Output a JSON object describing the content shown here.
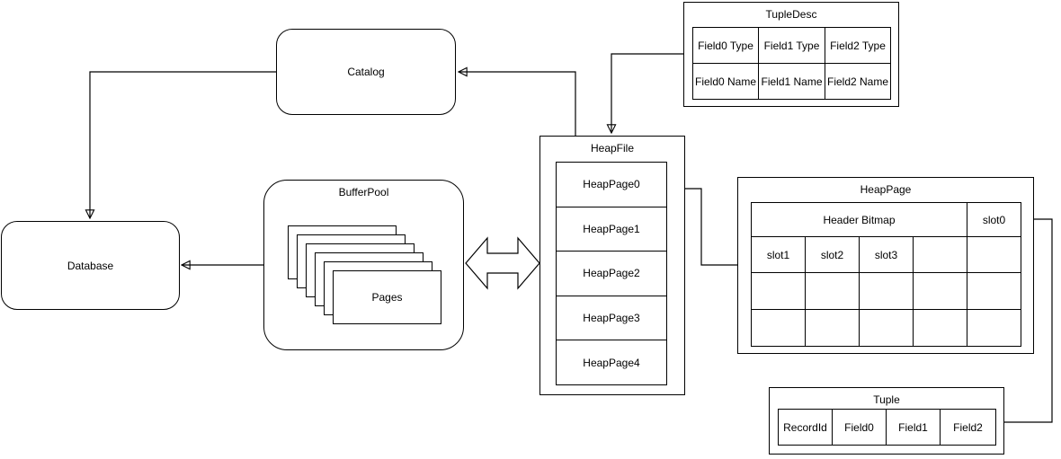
{
  "colors": {
    "background": "#ffffff",
    "line": "#000000",
    "text": "#000000",
    "node_fill": "#ffffff"
  },
  "nodes": {
    "catalog": {
      "label": "Catalog"
    },
    "database": {
      "label": "Database"
    },
    "bufferpool": {
      "title": "BufferPool",
      "pages_label": "Pages",
      "stack_count": 6
    },
    "heapfile": {
      "title": "HeapFile",
      "pages": [
        "HeapPage0",
        "HeapPage1",
        "HeapPage2",
        "HeapPage3",
        "HeapPage4"
      ]
    },
    "tupledesc": {
      "title": "TupleDesc",
      "rows": [
        [
          "Field0 Type",
          "Field1 Type",
          "Field2 Type"
        ],
        [
          "Field0 Name",
          "Field1 Name",
          "Field2 Name"
        ]
      ]
    },
    "heappage": {
      "title": "HeapPage",
      "header_cell": "Header Bitmap",
      "slot0": "slot0",
      "row2": [
        "slot1",
        "slot2",
        "slot3",
        "",
        ""
      ],
      "row3": [
        "",
        "",
        "",
        "",
        ""
      ],
      "row4": [
        "",
        "",
        "",
        "",
        ""
      ]
    },
    "tuple": {
      "title": "Tuple",
      "cells": [
        "RecordId",
        "Field0",
        "Field1",
        "Field2"
      ]
    }
  },
  "edges": [
    {
      "from": "Catalog",
      "to": "Database",
      "style": "arrow"
    },
    {
      "from": "BufferPool",
      "to": "Database",
      "style": "arrow"
    },
    {
      "from": "HeapFile",
      "to": "Catalog",
      "style": "arrow"
    },
    {
      "from": "TupleDesc",
      "to": "HeapFile",
      "style": "arrow"
    },
    {
      "from": "HeapPage",
      "to": "HeapPage0",
      "style": "arrow"
    },
    {
      "from": "Tuple",
      "to": "slot0",
      "style": "arrow"
    },
    {
      "from": "BufferPool",
      "to": "HeapFile",
      "style": "hollow-double-arrow"
    }
  ]
}
